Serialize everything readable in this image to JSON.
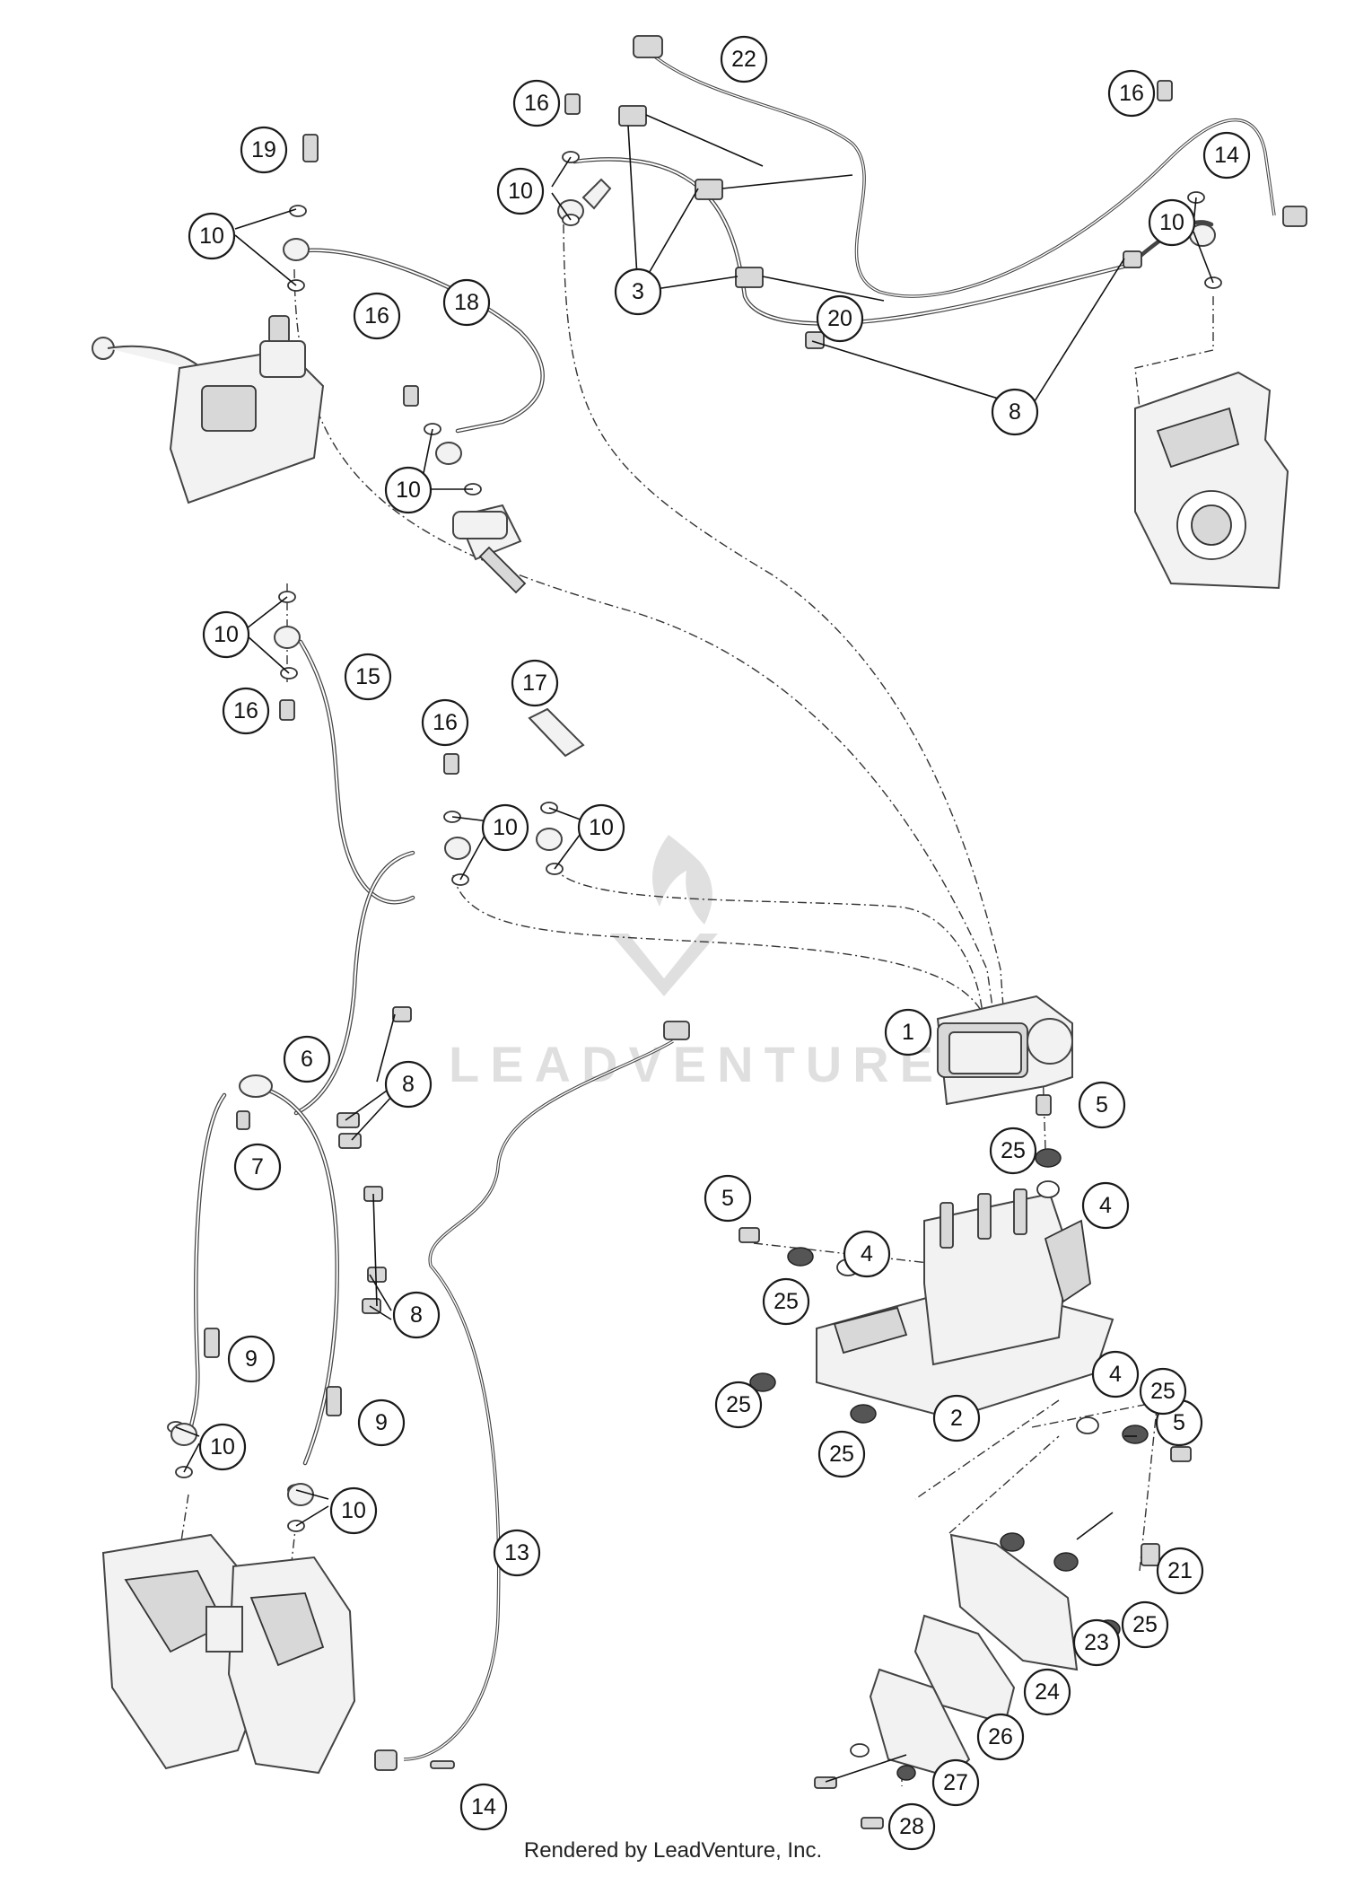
{
  "footer": "Rendered by LeadVenture, Inc.",
  "watermark": "LEADVENTURE",
  "callouts": [
    "1",
    "2",
    "3",
    "4",
    "5",
    "6",
    "7",
    "8",
    "9",
    "10",
    "13",
    "14",
    "15",
    "16",
    "17",
    "18",
    "19",
    "20",
    "21",
    "22",
    "23",
    "24",
    "25",
    "26",
    "27",
    "28"
  ]
}
